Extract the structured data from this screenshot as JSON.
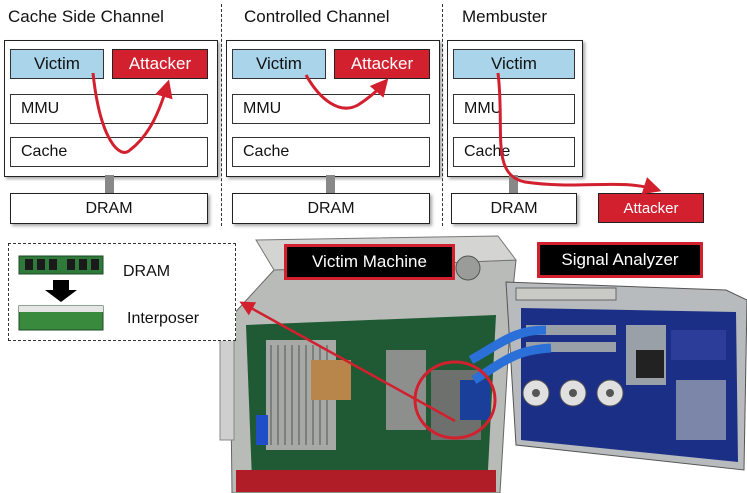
{
  "columns": [
    {
      "title": "Cache Side Channel",
      "victim": "Victim",
      "attacker": "Attacker",
      "mmu": "MMU",
      "cache": "Cache",
      "dram": "DRAM"
    },
    {
      "title": "Controlled Channel",
      "victim": "Victim",
      "attacker": "Attacker",
      "mmu": "MMU",
      "cache": "Cache",
      "dram": "DRAM"
    },
    {
      "title": "Membuster",
      "victim": "Victim",
      "mmu": "MMU",
      "cache": "Cache",
      "dram": "DRAM"
    }
  ],
  "external_attacker": "Attacker",
  "inset": {
    "dram_label": "DRAM",
    "interposer_label": "Interposer"
  },
  "photo_tags": {
    "victim_machine": "Victim Machine",
    "signal_analyzer": "Signal Analyzer"
  },
  "colors": {
    "victim": "#a9d4ea",
    "attacker": "#d2202f",
    "arrow": "#d2202f",
    "tag_border": "#d2202f"
  }
}
